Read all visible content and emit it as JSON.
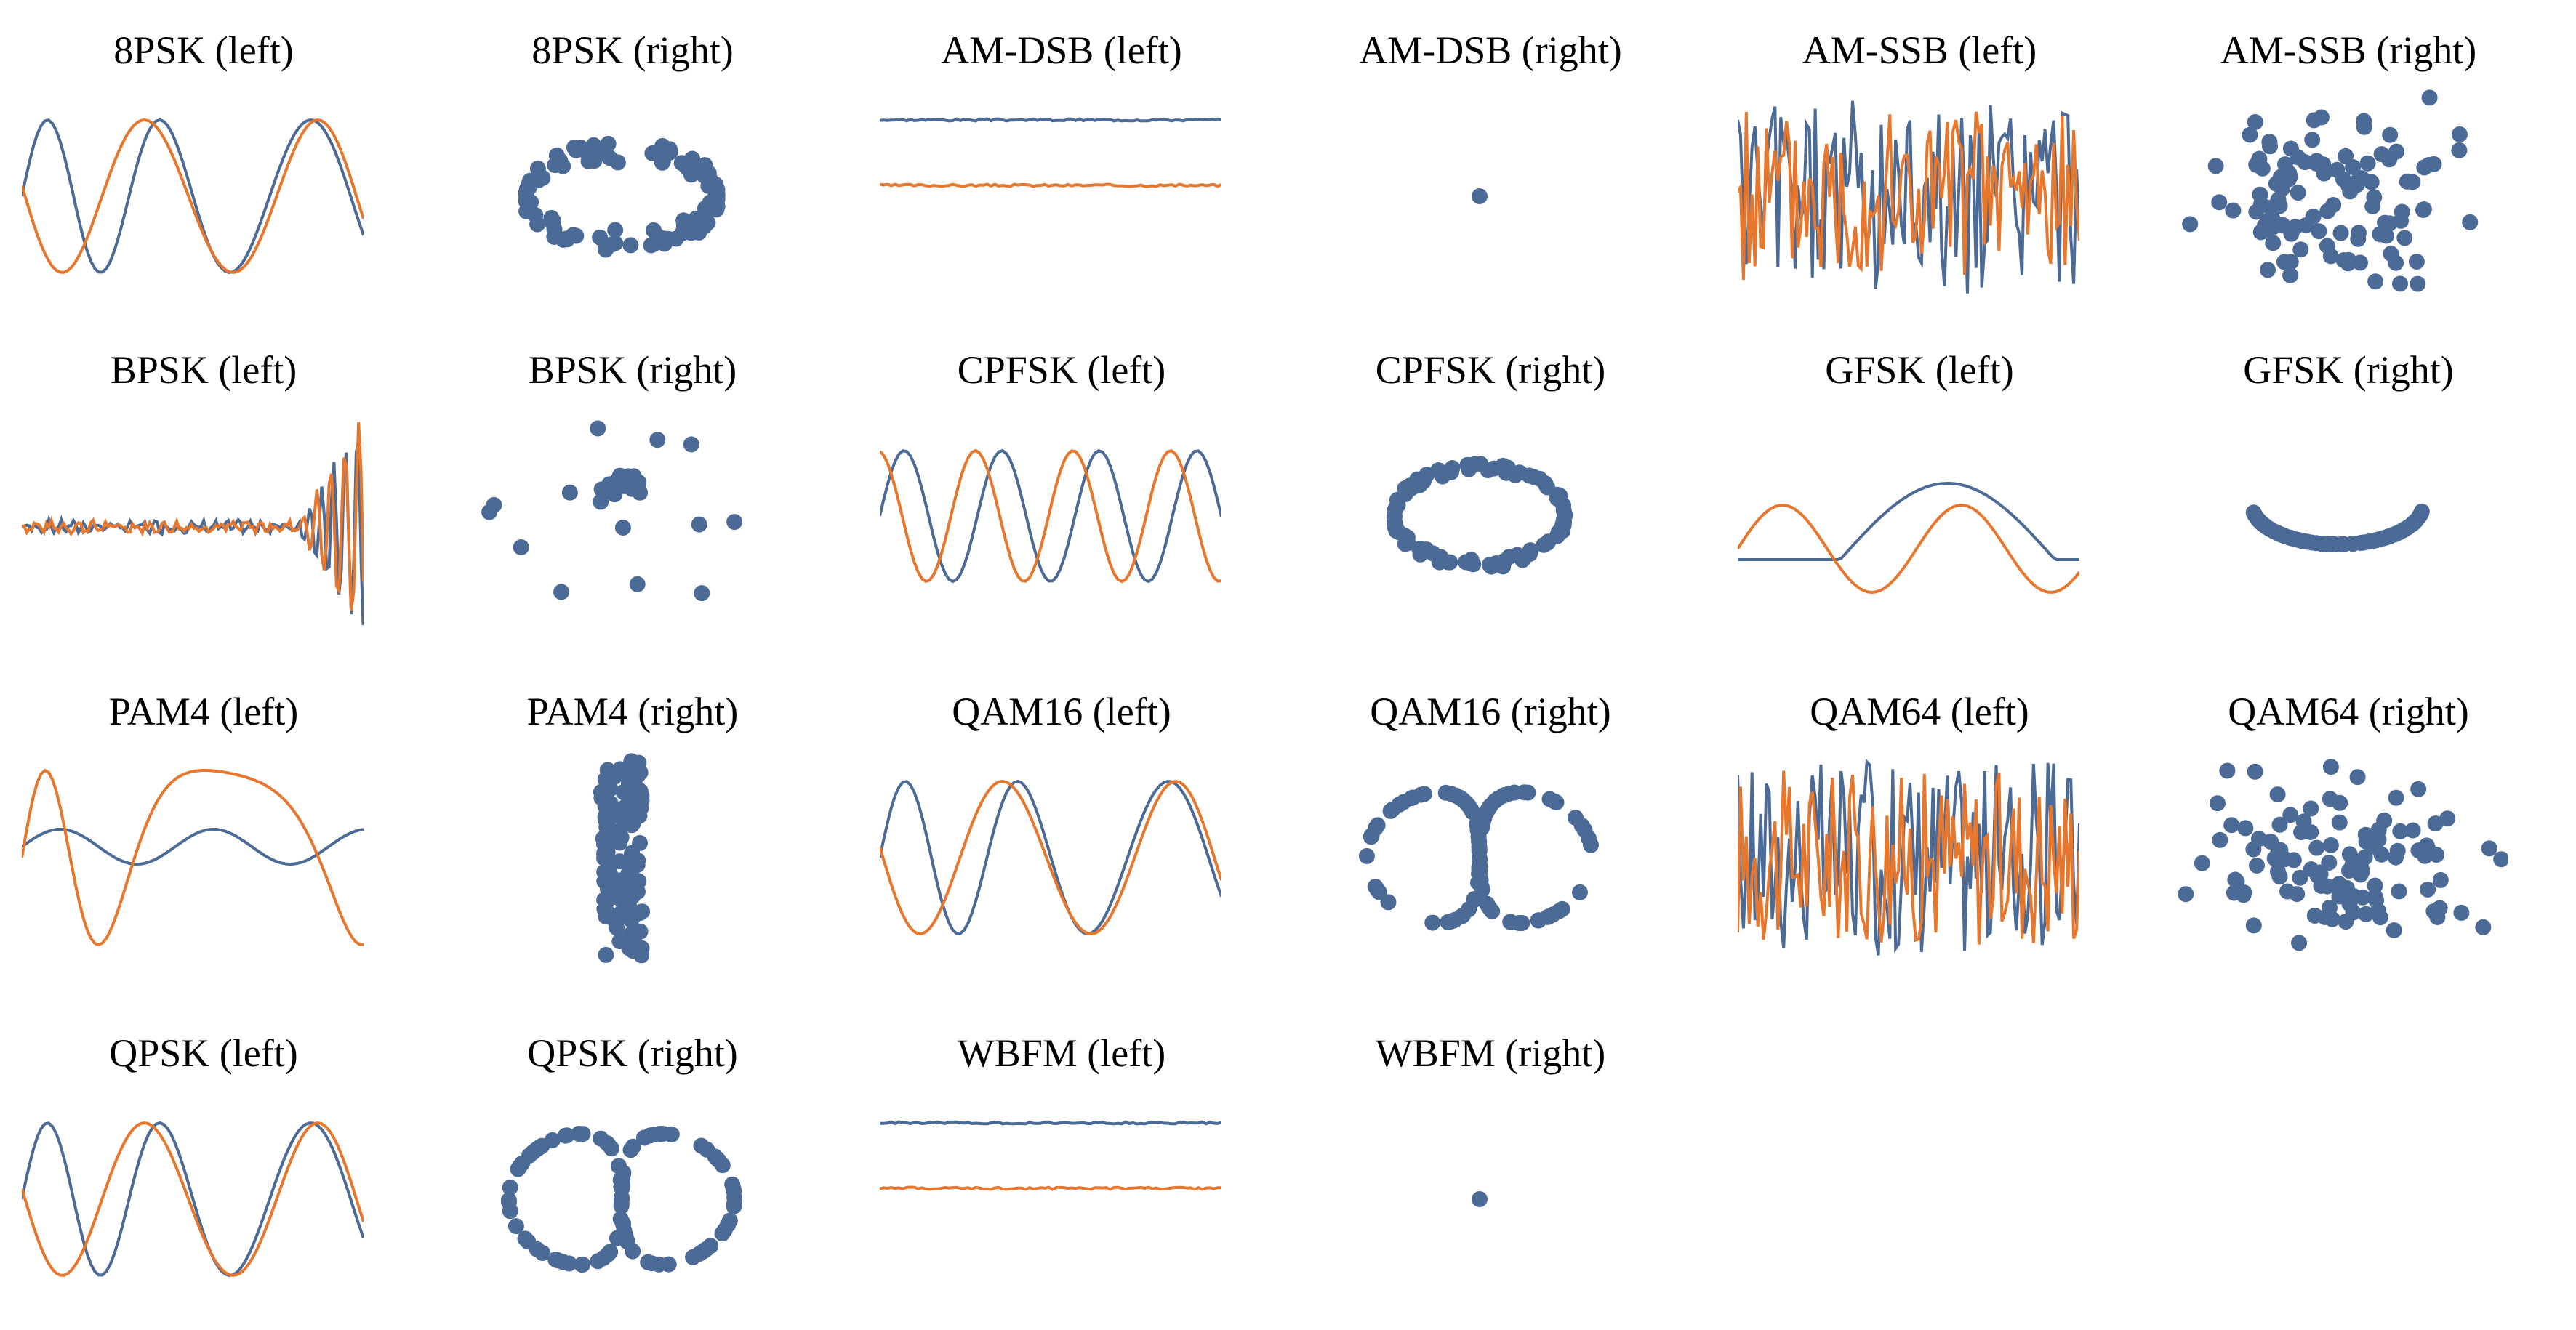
{
  "colors": {
    "I": "#4c6a96",
    "Q": "#e8772e",
    "dot": "#4c6a96"
  },
  "panels": [
    {
      "title": "8PSK (left)",
      "type": "line",
      "pattern": "smooth",
      "seed": 1
    },
    {
      "title": "8PSK (right)",
      "type": "scatter",
      "pattern": "ring",
      "seed": 2
    },
    {
      "title": "AM-DSB (left)",
      "type": "line",
      "pattern": "flat",
      "seed": 3
    },
    {
      "title": "AM-DSB (right)",
      "type": "scatter",
      "pattern": "point",
      "seed": 4
    },
    {
      "title": "AM-SSB (left)",
      "type": "line",
      "pattern": "noise",
      "seed": 5
    },
    {
      "title": "AM-SSB (right)",
      "type": "scatter",
      "pattern": "cloud",
      "seed": 6
    },
    {
      "title": "BPSK (left)",
      "type": "line",
      "pattern": "spike",
      "seed": 7
    },
    {
      "title": "BPSK (right)",
      "type": "scatter",
      "pattern": "sparse",
      "seed": 8
    },
    {
      "title": "CPFSK (left)",
      "type": "line",
      "pattern": "sine",
      "seed": 9
    },
    {
      "title": "CPFSK (right)",
      "type": "scatter",
      "pattern": "ring2",
      "seed": 10
    },
    {
      "title": "GFSK (left)",
      "type": "line",
      "pattern": "slow",
      "seed": 11
    },
    {
      "title": "GFSK (right)",
      "type": "scatter",
      "pattern": "arc",
      "seed": 12
    },
    {
      "title": "PAM4 (left)",
      "type": "line",
      "pattern": "pam",
      "seed": 13
    },
    {
      "title": "PAM4 (right)",
      "type": "scatter",
      "pattern": "vertical",
      "seed": 14
    },
    {
      "title": "QAM16 (left)",
      "type": "line",
      "pattern": "smooth",
      "seed": 15
    },
    {
      "title": "QAM16 (right)",
      "type": "scatter",
      "pattern": "loops",
      "seed": 16
    },
    {
      "title": "QAM64 (left)",
      "type": "line",
      "pattern": "noise",
      "seed": 17
    },
    {
      "title": "QAM64 (right)",
      "type": "scatter",
      "pattern": "cloud",
      "seed": 18
    },
    {
      "title": "QPSK (left)",
      "type": "line",
      "pattern": "smooth",
      "seed": 19
    },
    {
      "title": "QPSK (right)",
      "type": "scatter",
      "pattern": "loops",
      "seed": 20
    },
    {
      "title": "WBFM (left)",
      "type": "line",
      "pattern": "flat",
      "seed": 21
    },
    {
      "title": "WBFM (right)",
      "type": "scatter",
      "pattern": "point",
      "seed": 22
    }
  ]
}
